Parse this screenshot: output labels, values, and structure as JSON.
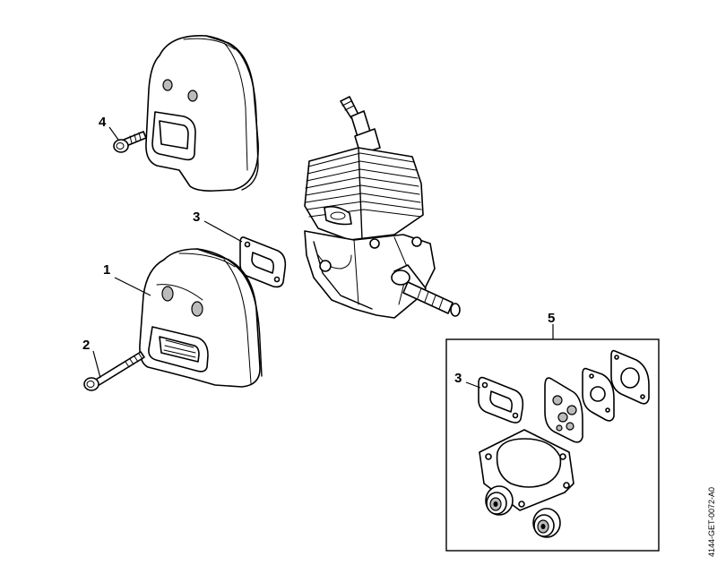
{
  "diagram": {
    "callouts": [
      {
        "id": "1",
        "label": "1"
      },
      {
        "id": "2",
        "label": "2"
      },
      {
        "id": "3a",
        "label": "3"
      },
      {
        "id": "4",
        "label": "4"
      },
      {
        "id": "5",
        "label": "5"
      },
      {
        "id": "3b",
        "label": "3"
      }
    ],
    "document_number": "4144-GET-0072-A0"
  }
}
